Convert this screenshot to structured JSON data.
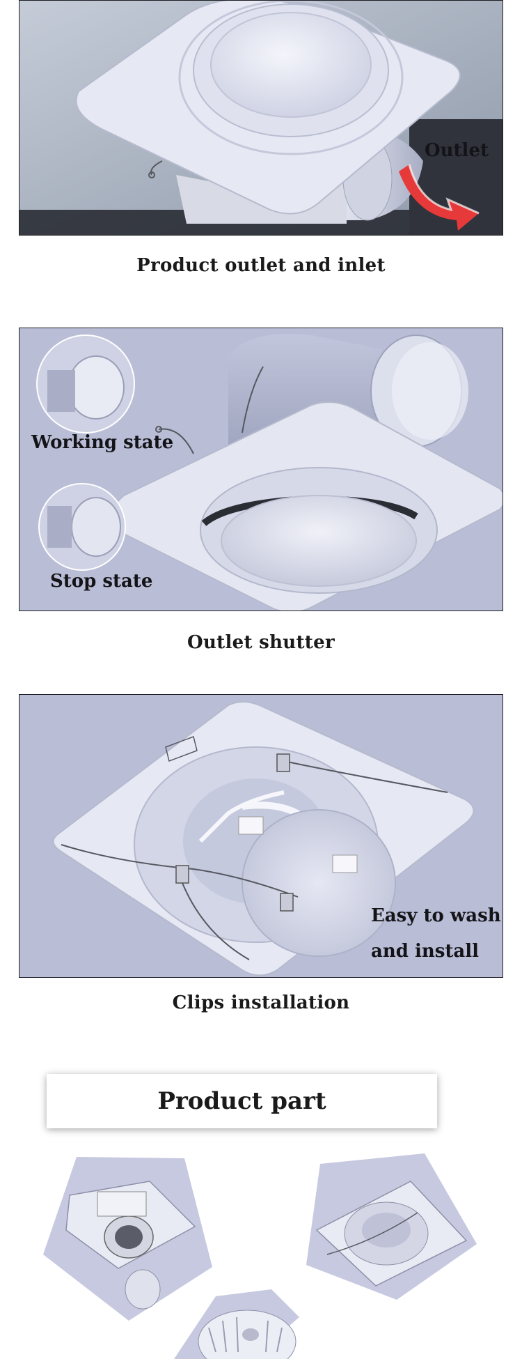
{
  "sections": [
    {
      "caption": "Product outlet and inlet",
      "overlay": {
        "outlet": "Outlet"
      }
    },
    {
      "caption": "Outlet shutter",
      "overlay": {
        "working": "Working state",
        "stop": "Stop state"
      }
    },
    {
      "caption": "Clips installation",
      "overlay": {
        "wash_line1": "Easy to wash",
        "wash_line2": "and install"
      }
    }
  ],
  "parts": {
    "title": "Product part"
  },
  "colors": {
    "panel_bg": "#b9bdd6",
    "accent_arrow": "#e63a3a",
    "border": "#1c1c22"
  }
}
